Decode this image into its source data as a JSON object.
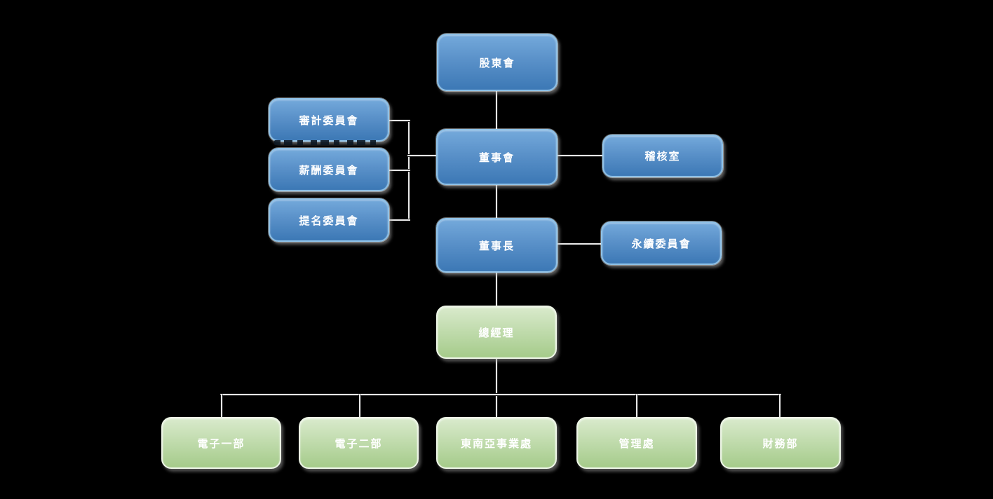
{
  "diagram": {
    "kind": "organization-chart",
    "nodes": [
      {
        "id": "shareholders",
        "label": "股東會",
        "type": "blue"
      },
      {
        "id": "audit-committee",
        "label": "審計委員會",
        "type": "blue"
      },
      {
        "id": "compensation-committee",
        "label": "薪酬委員會",
        "type": "blue"
      },
      {
        "id": "nomination-committee",
        "label": "提名委員會",
        "type": "blue"
      },
      {
        "id": "board-of-directors",
        "label": "董事會",
        "type": "blue"
      },
      {
        "id": "audit-office",
        "label": "稽核室",
        "type": "blue"
      },
      {
        "id": "chairman",
        "label": "董事長",
        "type": "blue"
      },
      {
        "id": "sustainability-committee",
        "label": "永續委員會",
        "type": "blue"
      },
      {
        "id": "general-manager",
        "label": "總經理",
        "type": "green"
      },
      {
        "id": "electronics-dept-1",
        "label": "電子一部",
        "type": "green"
      },
      {
        "id": "electronics-dept-2",
        "label": "電子二部",
        "type": "green"
      },
      {
        "id": "southeast-asia-division",
        "label": "東南亞事業處",
        "type": "green"
      },
      {
        "id": "administration-office",
        "label": "管理處",
        "type": "green"
      },
      {
        "id": "finance-dept",
        "label": "財務部",
        "type": "green"
      }
    ],
    "edges": [
      {
        "from": "shareholders",
        "to": "board-of-directors"
      },
      {
        "from": "audit-committee",
        "to": "board-of-directors"
      },
      {
        "from": "compensation-committee",
        "to": "board-of-directors"
      },
      {
        "from": "nomination-committee",
        "to": "board-of-directors"
      },
      {
        "from": "board-of-directors",
        "to": "audit-office"
      },
      {
        "from": "board-of-directors",
        "to": "chairman"
      },
      {
        "from": "chairman",
        "to": "sustainability-committee"
      },
      {
        "from": "chairman",
        "to": "general-manager"
      },
      {
        "from": "general-manager",
        "to": "electronics-dept-1"
      },
      {
        "from": "general-manager",
        "to": "electronics-dept-2"
      },
      {
        "from": "general-manager",
        "to": "southeast-asia-division"
      },
      {
        "from": "general-manager",
        "to": "administration-office"
      },
      {
        "from": "general-manager",
        "to": "finance-dept"
      }
    ],
    "colors": {
      "background": "#000000",
      "text": "#FFFFFF",
      "connector": "#141414",
      "blue_top": "#74A9DB",
      "blue_bottom": "#3C78B5",
      "blue_border": "#8FC2E8",
      "green_top": "#D9EACC",
      "green_bottom": "#A5CB8A",
      "green_border": "#EDF5E6"
    }
  }
}
